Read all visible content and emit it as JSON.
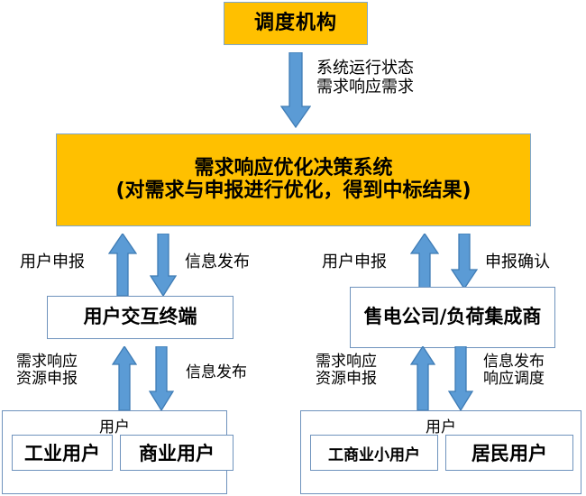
{
  "diagram": {
    "title_nodes": {
      "dispatch": "调度机构",
      "system_line1": "需求响应优化决策系统",
      "system_line2": "(对需求与申报进行优化，得到中标结果)",
      "terminal": "用户交互终端",
      "retailer": "售电公司/负荷集成商"
    },
    "user_groups": [
      {
        "id": "users-left",
        "title": "用户",
        "children": [
          {
            "label": "工业用户"
          },
          {
            "label": "商业用户"
          }
        ]
      },
      {
        "id": "users-right",
        "title": "用户",
        "children": [
          {
            "label": "工商业小用户"
          },
          {
            "label": "居民用户"
          }
        ]
      }
    ],
    "edge_labels": {
      "dispatch_to_system": "系统运行状态\n需求响应需求",
      "terminal_to_system": "用户申报",
      "system_to_terminal": "信息发布",
      "retailer_to_system": "用户申报",
      "system_to_retailer": "申报确认",
      "usersL_to_terminal": "需求响应\n资源申报",
      "terminal_to_usersL": "信息发布",
      "usersR_to_retailer": "需求响应\n资源申报",
      "retailer_to_usersR": "信息发布\n响应调度"
    },
    "colors": {
      "node_fill_accent": "#FFC000",
      "node_border": "#6F93BD",
      "arrow_fill": "#5B9BD5",
      "arrow_border": "#3F7CB5",
      "text": "#000000",
      "background": "#FFFFFF"
    }
  }
}
